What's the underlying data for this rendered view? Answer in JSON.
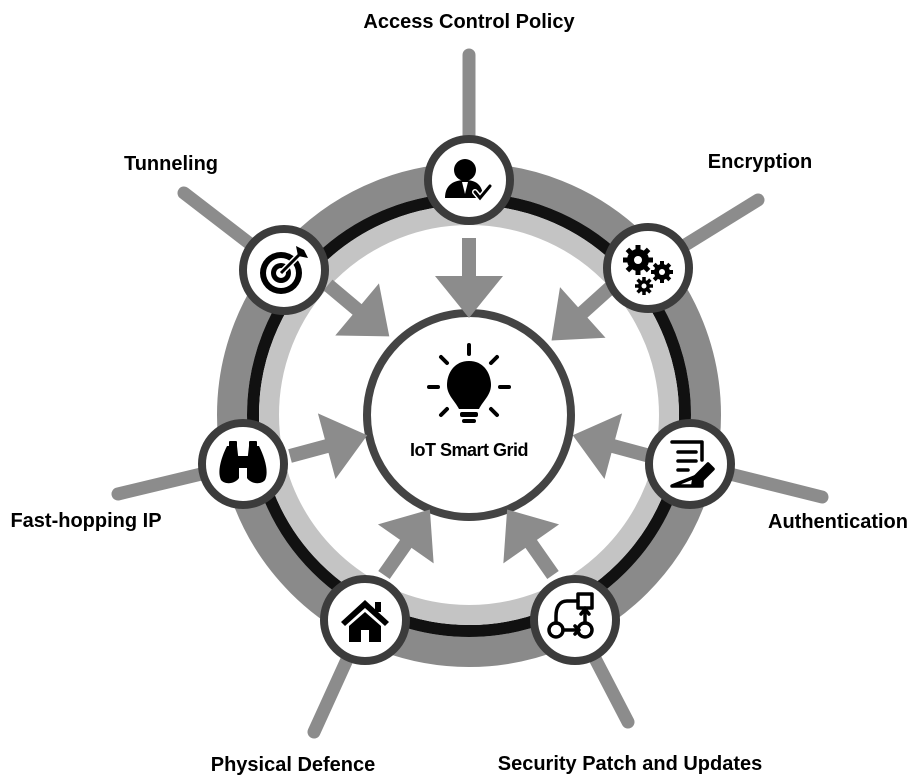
{
  "center": {
    "label": "IoT Smart Grid",
    "icon": "lightbulb-icon"
  },
  "colors": {
    "outer_ring": "#8a8a8a",
    "black_ring": "#111111",
    "inner_light_ring": "#c4c4c4",
    "inner_circle_border": "#444444",
    "spoke": "#8c8c8c",
    "arrow": "#8c8c8c",
    "node_border": "#3c3c3c",
    "text": "#000000"
  },
  "nodes": [
    {
      "key": "access",
      "label": "Access Control Policy",
      "icon": "user-check-icon"
    },
    {
      "key": "encrypt",
      "label": "Encryption",
      "icon": "gears-icon"
    },
    {
      "key": "auth",
      "label": "Authentication",
      "icon": "document-edit-icon"
    },
    {
      "key": "patch",
      "label": "Security Patch and Updates",
      "icon": "workflow-icon"
    },
    {
      "key": "physical",
      "label": "Physical Defence",
      "icon": "house-icon"
    },
    {
      "key": "fasthop",
      "label": "Fast-hopping IP",
      "icon": "binoculars-icon"
    },
    {
      "key": "tunnel",
      "label": "Tunneling",
      "icon": "target-icon"
    }
  ]
}
